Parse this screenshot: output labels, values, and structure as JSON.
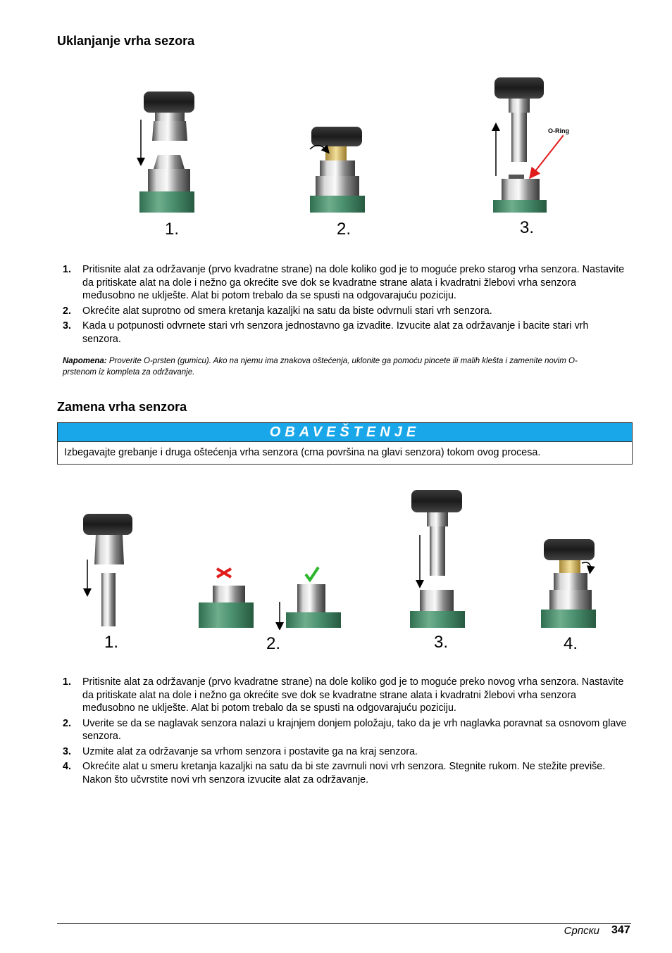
{
  "section1": {
    "title": "Uklanjanje vrha sezora",
    "figure_labels": [
      "1.",
      "2.",
      "3."
    ],
    "oring_label": "O-Ring",
    "steps": [
      {
        "num": "1.",
        "text": "Pritisnite alat za održavanje (prvo kvadratne strane) na dole koliko god je to moguće preko starog vrha senzora. Nastavite da pritiskate alat na dole i nežno ga okrećite sve dok se kvadratne strane alata i kvadratni žlebovi vrha senzora međusobno ne uklješte. Alat bi potom trebalo da se spusti na odgovarajuću poziciju."
      },
      {
        "num": "2.",
        "text": "Okrećite alat suprotno od smera kretanja kazaljki na satu da biste odvrnuli stari vrh senzora."
      },
      {
        "num": "3.",
        "text": "Kada u potpunosti odvrnete stari vrh senzora jednostavno ga izvadite. Izvucite alat za održavanje i bacite stari vrh senzora."
      }
    ],
    "note_label": "Napomena:",
    "note_text": " Proverite O-prsten (gumicu). Ako na njemu ima znakova oštećenja, uklonite ga pomoću pincete ili malih klešta i zamenite novim O-prstenom iz kompleta za održavanje."
  },
  "section2": {
    "title": "Zamena vrha senzora",
    "notice_title": "OBAVEŠTENJE",
    "notice_text": "Izbegavajte grebanje i druga oštećenja vrha senzora (crna površina na glavi senzora) tokom ovog procesa.",
    "figure_labels": [
      "1.",
      "2.",
      "3.",
      "4."
    ],
    "steps": [
      {
        "num": "1.",
        "text": "Pritisnite alat za održavanje (prvo kvadratne strane) na dole koliko god je to moguće preko novog vrha senzora. Nastavite da pritiskate alat na dole i nežno ga okrećite sve dok se kvadratne strane alata i kvadratni žlebovi vrha senzora međusobno ne uklješte. Alat bi potom trebalo da se spusti na odgovarajuću poziciju."
      },
      {
        "num": "2.",
        "text": "Uverite se da se naglavak senzora nalazi u krajnjem donjem položaju, tako da je vrh naglavka poravnat sa osnovom glave senzora."
      },
      {
        "num": "3.",
        "text": "Uzmite alat za održavanje sa vrhom senzora i postavite ga na kraj senzora."
      },
      {
        "num": "4.",
        "text": "Okrećite alat u smeru kretanja kazaljki na satu da bi ste zavrnuli novi vrh senzora. Stegnite rukom. Ne stežite previše. Nakon što učvrstite novi vrh senzora izvucite alat za održavanje."
      }
    ]
  },
  "footer": {
    "language": "Српски",
    "page": "347"
  },
  "colors": {
    "notice_header": "#1aa7ea",
    "sensor_green": "#3f8a64",
    "tool_black": "#222222"
  }
}
